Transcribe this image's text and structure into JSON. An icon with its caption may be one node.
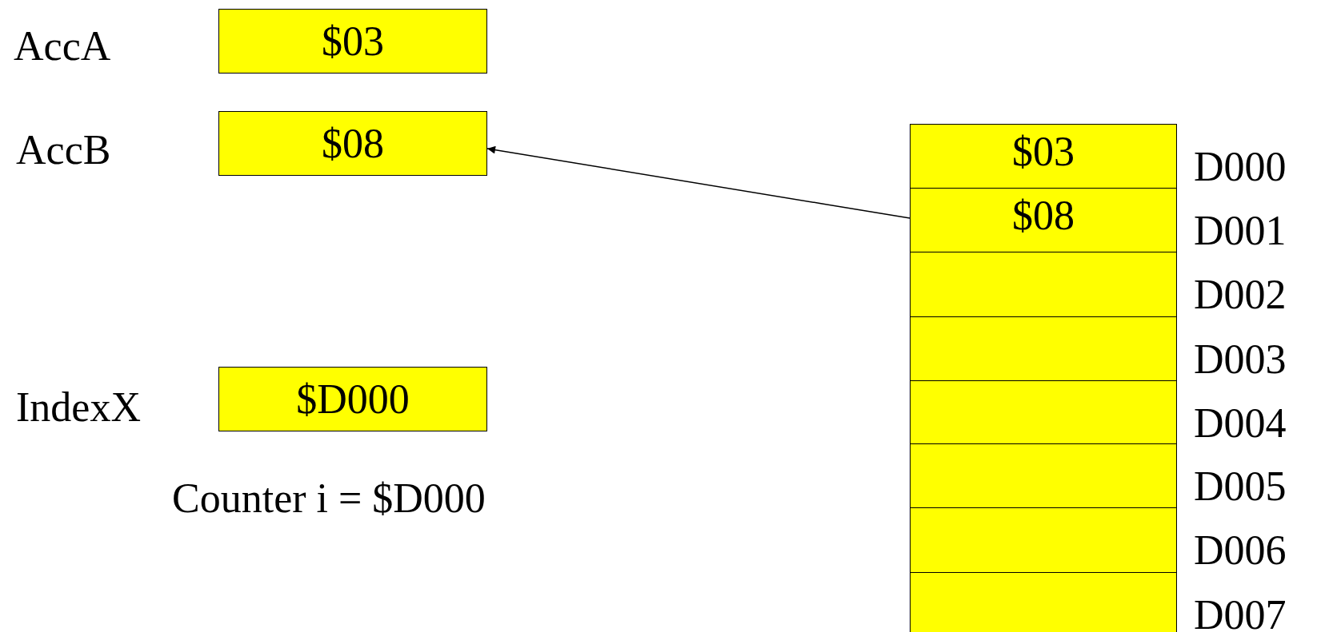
{
  "diagram": {
    "nodes": [
      {
        "text": [
          "$03"
        ],
        "beside": [
          "AccA"
        ]
      },
      {
        "text": [
          "$08"
        ],
        "beside": [
          "AccB"
        ]
      },
      {
        "text": [
          "$D000"
        ],
        "beside": [
          "IndexX"
        ]
      },
      {
        "text": [
          "$03"
        ],
        "beside": [
          "D000"
        ]
      },
      {
        "text": [
          "$08"
        ],
        "beside": [
          "D001"
        ]
      },
      {
        "text": [],
        "shape": "box",
        "beside": [
          "D002"
        ]
      },
      {
        "text": [],
        "shape": "box",
        "beside": [
          "D003"
        ]
      },
      {
        "text": [],
        "shape": "box",
        "beside": [
          "D004"
        ]
      },
      {
        "text": [],
        "shape": "box",
        "beside": [
          "D005"
        ]
      },
      {
        "text": [],
        "shape": "box",
        "beside": [
          "D006"
        ]
      },
      {
        "text": [],
        "shape": "box",
        "beside": [
          "D007"
        ]
      }
    ],
    "edges": [
      {
        "from": 4,
        "to": 1,
        "arrow": "to"
      }
    ],
    "labels": [
      "Counter i = $D000"
    ]
  }
}
